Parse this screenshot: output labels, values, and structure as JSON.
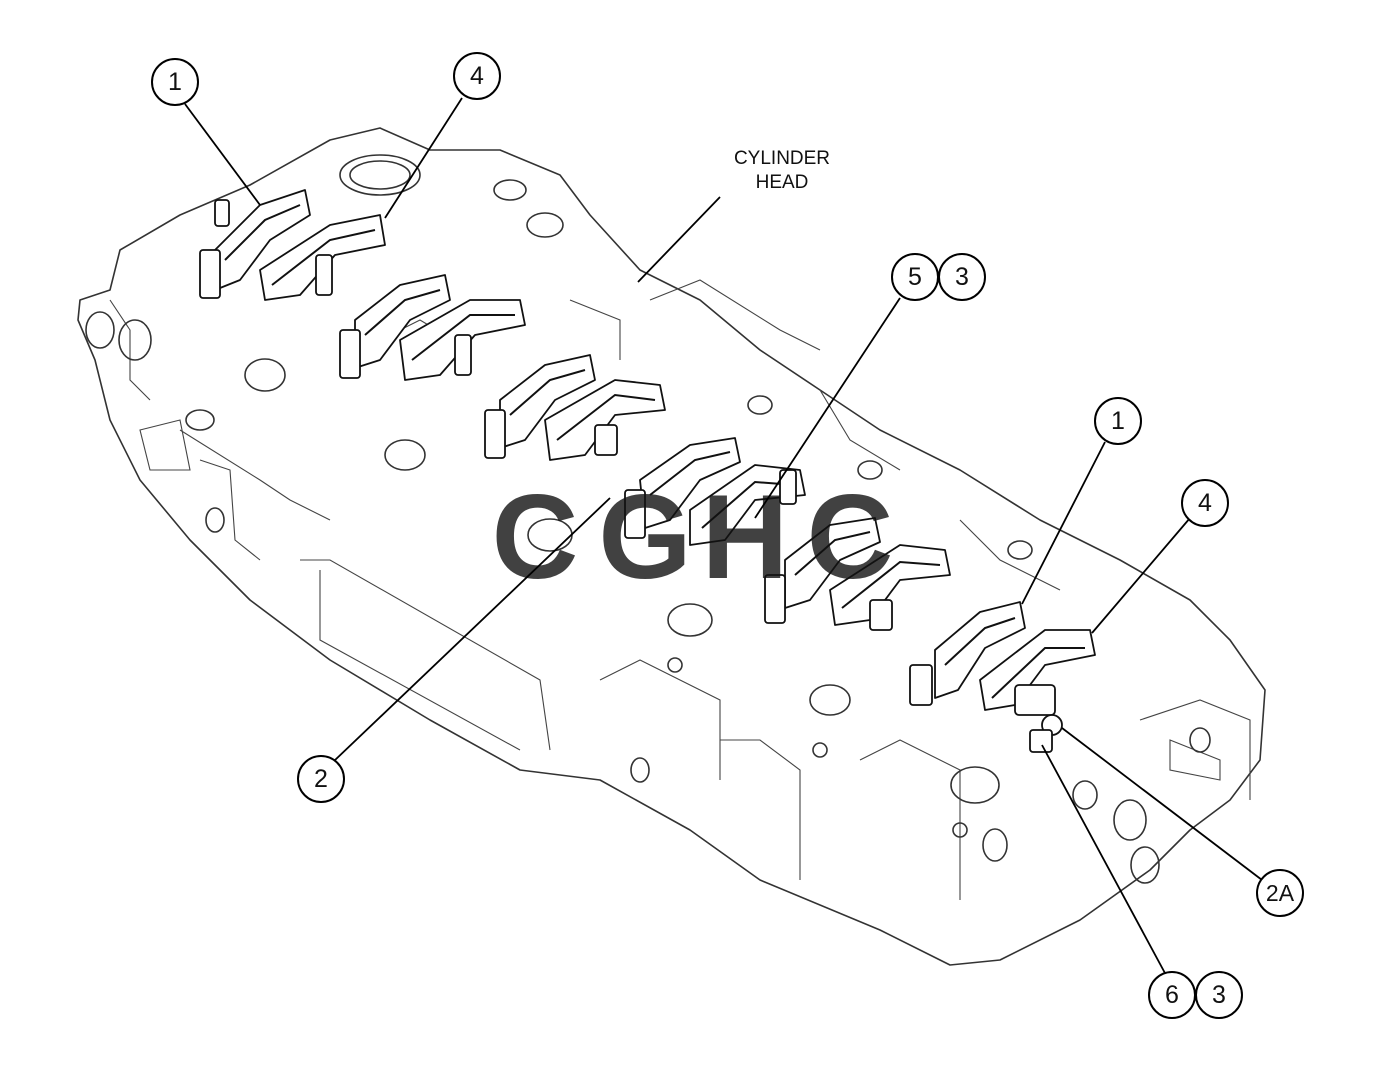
{
  "label": {
    "line1": "CYLINDER",
    "line2": "HEAD"
  },
  "callouts": {
    "c1_top": "1",
    "c4_top": "4",
    "c5": "5",
    "c3_mid": "3",
    "c1_right": "1",
    "c4_right": "4",
    "c2": "2",
    "c2a": "2A",
    "c6": "6",
    "c3_bottom": "3"
  },
  "watermark": {
    "letters": [
      "C",
      "G",
      "H",
      "C"
    ],
    "colors": [
      "#4a8df0",
      "#ef5c52",
      "#f4c542",
      "#3aa66a"
    ]
  }
}
